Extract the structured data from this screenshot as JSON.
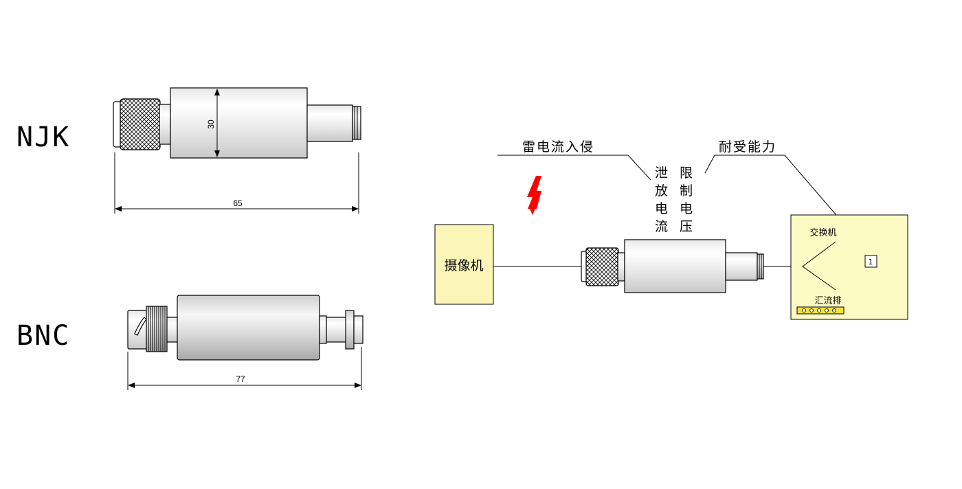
{
  "connectors": {
    "njk": {
      "label": "NJK",
      "length": "65",
      "diameter": "30"
    },
    "bnc": {
      "label": "BNC",
      "length": "77"
    }
  },
  "system": {
    "lightning_label": "雷电流入侵",
    "discharge_label": [
      "泄",
      "放",
      "电",
      "流"
    ],
    "limit_label": [
      "限",
      "制",
      "电",
      "压"
    ],
    "withstand_label": "耐受能力",
    "camera_label": "摄像机",
    "switch_label": "交换机",
    "busbar_label": "汇流排",
    "port_label": "1"
  },
  "colors": {
    "camera_fill": "#fbf5b8",
    "switch_fill": "#fdfbc4",
    "busbar_fill": "#f5e13a",
    "lightning": "#ff0000"
  },
  "icons": [
    "lightning-bolt-icon"
  ]
}
